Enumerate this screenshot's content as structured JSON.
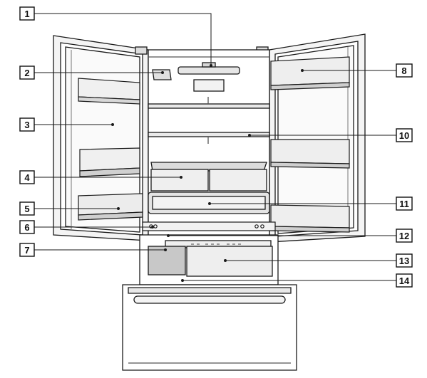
{
  "diagram": {
    "callouts": [
      {
        "number": "1"
      },
      {
        "number": "2"
      },
      {
        "number": "3"
      },
      {
        "number": "4"
      },
      {
        "number": "5"
      },
      {
        "number": "6"
      },
      {
        "number": "7"
      },
      {
        "number": "8"
      },
      {
        "number": "10"
      },
      {
        "number": "11"
      },
      {
        "number": "12"
      },
      {
        "number": "13"
      },
      {
        "number": "14"
      }
    ]
  }
}
